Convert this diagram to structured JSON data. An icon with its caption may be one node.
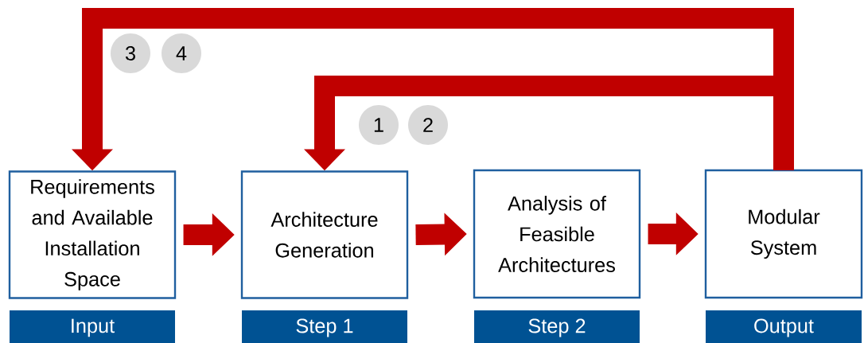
{
  "diagram": {
    "nodes": [
      {
        "text": [
          "Requirements and Available Installation Space"
        ]
      },
      {
        "text": [
          "Architecture Generation"
        ]
      },
      {
        "text": [
          "Analysis of Feasible Architectures"
        ]
      },
      {
        "text": [
          "Modular System"
        ]
      },
      {
        "text": [
          "Input"
        ]
      },
      {
        "text": [
          "Step 1"
        ]
      },
      {
        "text": [
          "Step 2"
        ]
      },
      {
        "text": [
          "Output"
        ]
      },
      {
        "text": [
          "3"
        ]
      },
      {
        "text": [
          "4"
        ]
      },
      {
        "text": [
          "1"
        ]
      },
      {
        "text": [
          "2"
        ]
      }
    ],
    "edges": [
      {
        "from": 0,
        "to": 1,
        "arrow": "to"
      },
      {
        "from": 1,
        "to": 2,
        "arrow": "to"
      },
      {
        "from": 2,
        "to": 3,
        "arrow": "to"
      },
      {
        "from": 3,
        "to": 0,
        "arrow": "to"
      },
      {
        "from": 3,
        "to": 1,
        "arrow": "to"
      }
    ]
  }
}
